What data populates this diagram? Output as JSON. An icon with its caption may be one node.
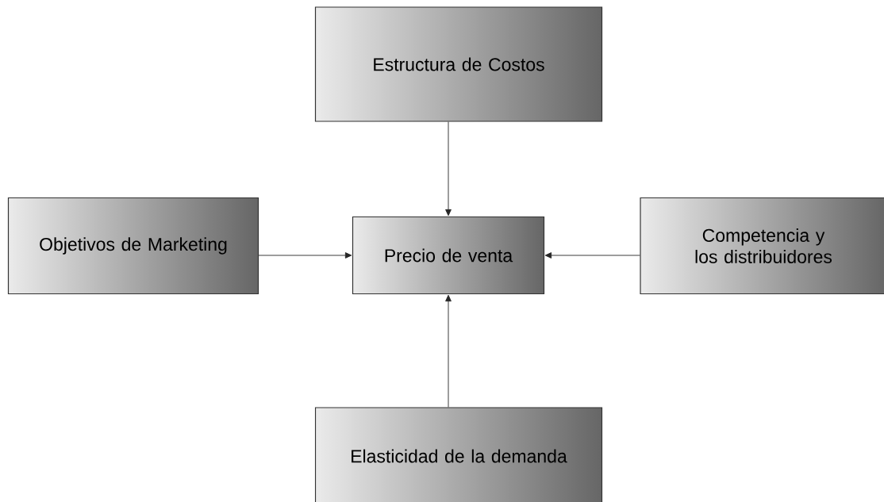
{
  "diagram": {
    "nodes": [
      {
        "text": [
          "Estructura de Costos"
        ]
      },
      {
        "text": [
          "Objetivos de Marketing"
        ]
      },
      {
        "text": [
          "Precio de venta"
        ]
      },
      {
        "text": [
          "Competencia y los distribuidores"
        ]
      },
      {
        "text": [
          "Elasticidad de la demanda"
        ]
      }
    ],
    "edges": [
      {
        "from": 0,
        "to": 2,
        "arrow": "to"
      },
      {
        "from": 1,
        "to": 2,
        "arrow": "to"
      },
      {
        "from": 3,
        "to": 2,
        "arrow": "to"
      },
      {
        "from": 4,
        "to": 2,
        "arrow": "to"
      }
    ]
  }
}
